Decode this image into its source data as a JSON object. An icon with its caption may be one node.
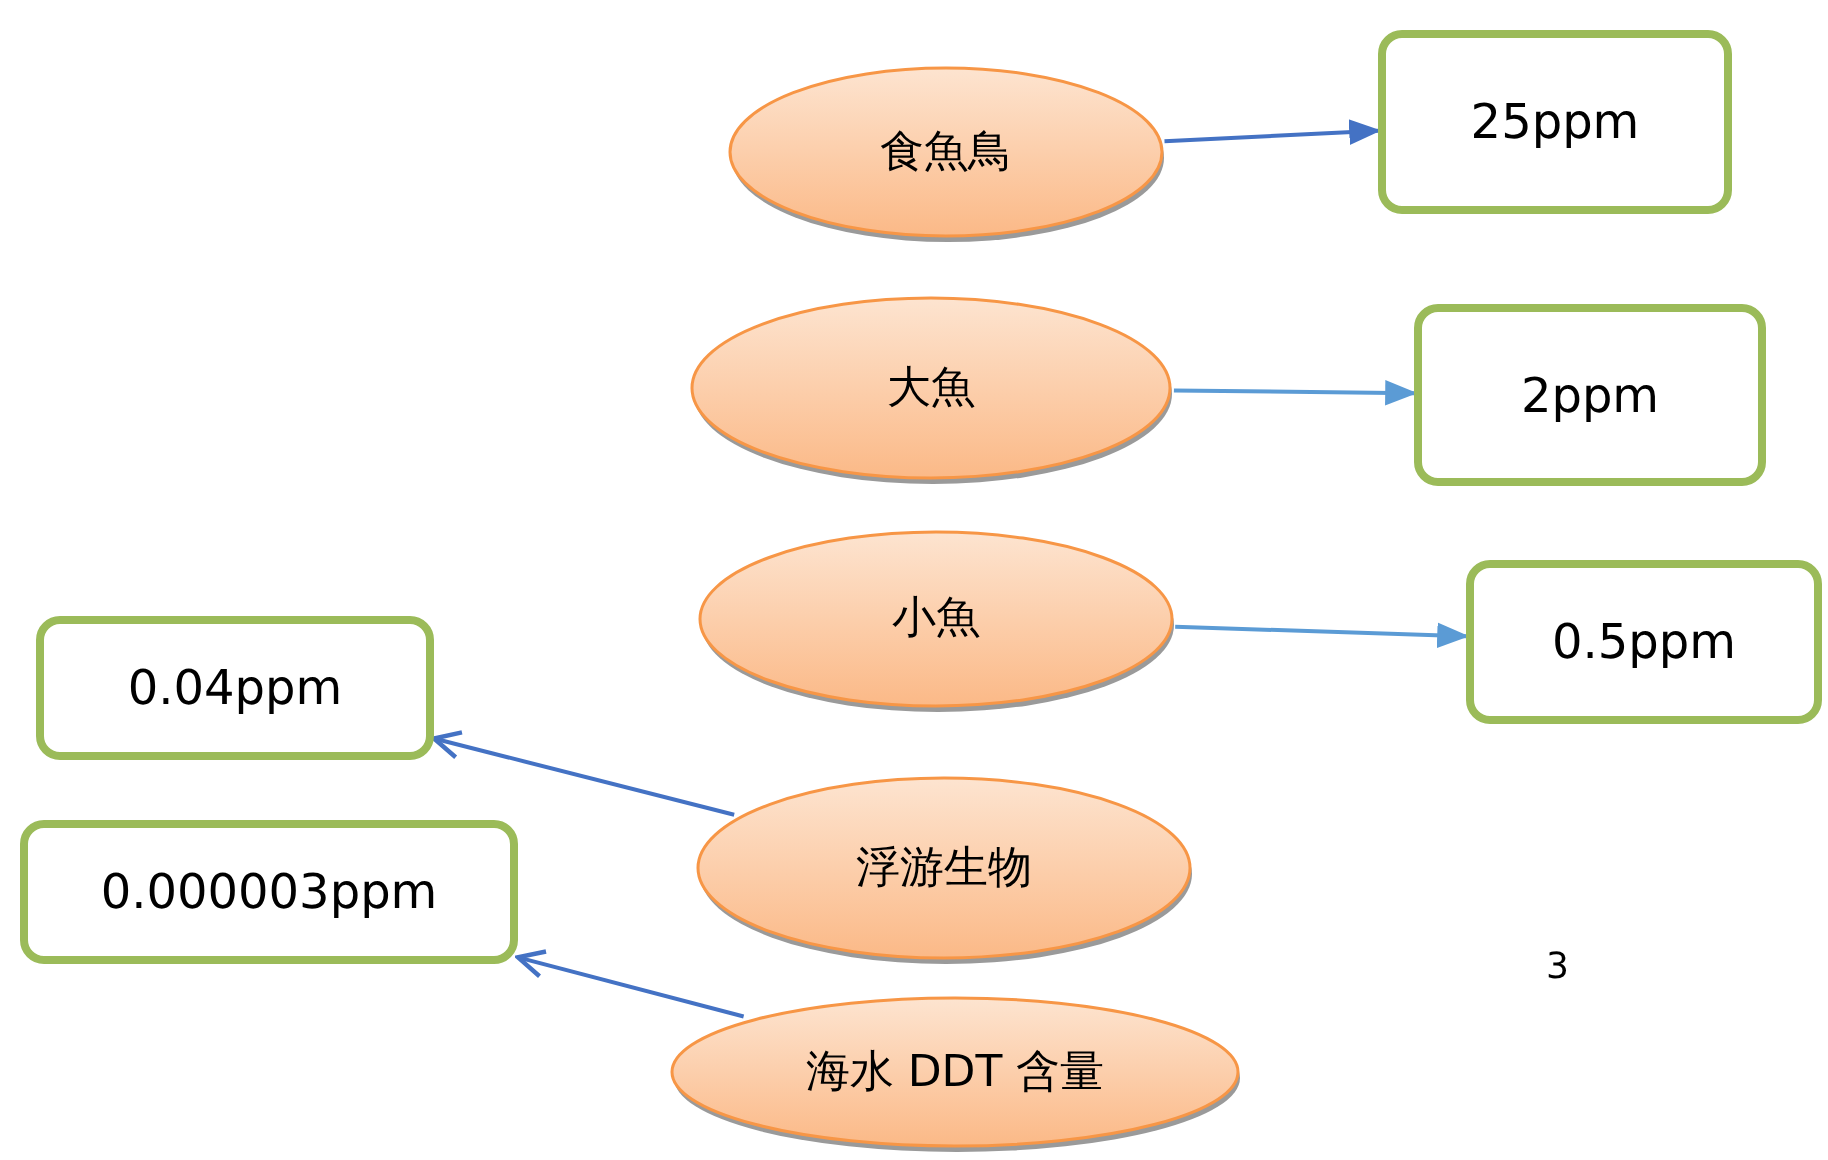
{
  "diagram": {
    "nodes": [
      {
        "text": [
          "食魚鳥"
        ]
      },
      {
        "text": [
          "25ppm"
        ]
      },
      {
        "text": [
          "大魚"
        ]
      },
      {
        "text": [
          "2ppm"
        ]
      },
      {
        "text": [
          "小魚"
        ]
      },
      {
        "text": [
          "0.5ppm"
        ]
      },
      {
        "text": [
          "0.04ppm"
        ]
      },
      {
        "text": [
          "0.000003ppm"
        ]
      },
      {
        "text": [
          "浮游生物"
        ]
      },
      {
        "text": [
          "海水 DDT 含量"
        ]
      }
    ],
    "edges": [
      {
        "from": 0,
        "to": 1,
        "arrow": "to"
      },
      {
        "from": 2,
        "to": 3,
        "arrow": "to",
        "color": "#5b9bd5"
      },
      {
        "from": 4,
        "to": 5,
        "arrow": "to",
        "color": "#5b9bd5"
      },
      {
        "from": 8,
        "to": 6,
        "arrow": "to"
      },
      {
        "from": 9,
        "to": 7,
        "arrow": "to"
      }
    ],
    "labels": [
      "3"
    ]
  }
}
